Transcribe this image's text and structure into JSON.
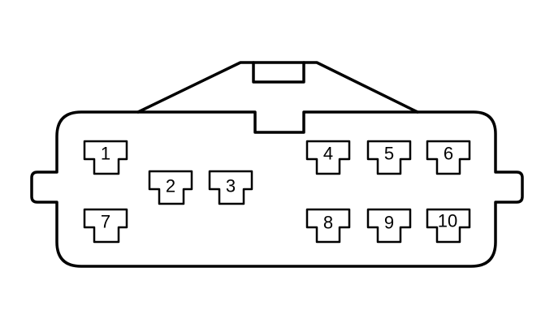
{
  "connector": {
    "terminals": [
      {
        "id": "t1",
        "label": "1"
      },
      {
        "id": "t2",
        "label": "2"
      },
      {
        "id": "t3",
        "label": "3"
      },
      {
        "id": "t4",
        "label": "4"
      },
      {
        "id": "t5",
        "label": "5"
      },
      {
        "id": "t6",
        "label": "6"
      },
      {
        "id": "t7",
        "label": "7"
      },
      {
        "id": "t8",
        "label": "8"
      },
      {
        "id": "t9",
        "label": "9"
      },
      {
        "id": "t10",
        "label": "10"
      }
    ]
  },
  "colors": {
    "stroke": "#000000",
    "background": "#ffffff"
  }
}
